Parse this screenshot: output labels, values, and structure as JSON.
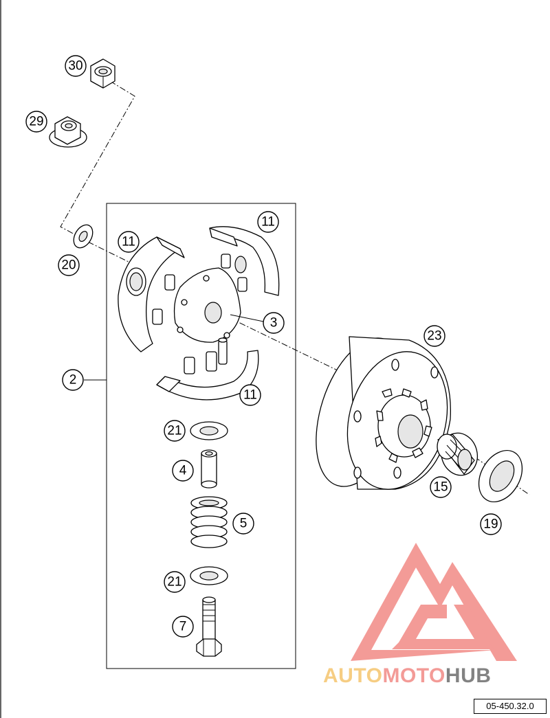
{
  "callouts": {
    "c30": "30",
    "c29": "29",
    "c20": "20",
    "c11a": "11",
    "c11b": "11",
    "c3": "3",
    "c2": "2",
    "c11c": "11",
    "c21a": "21",
    "c4": "4",
    "c5": "5",
    "c21b": "21",
    "c7": "7",
    "c23": "23",
    "c15": "15",
    "c19": "19"
  },
  "diagram_code": "05-450.32.0",
  "watermark": {
    "text_part1": "AUTO",
    "text_part2": "MOTO",
    "text_part3": "HUB",
    "colors": {
      "logo": "#f28a86",
      "auto": "#f5c56e",
      "moto": "#f28a86",
      "hub": "#6d6d6d"
    }
  }
}
